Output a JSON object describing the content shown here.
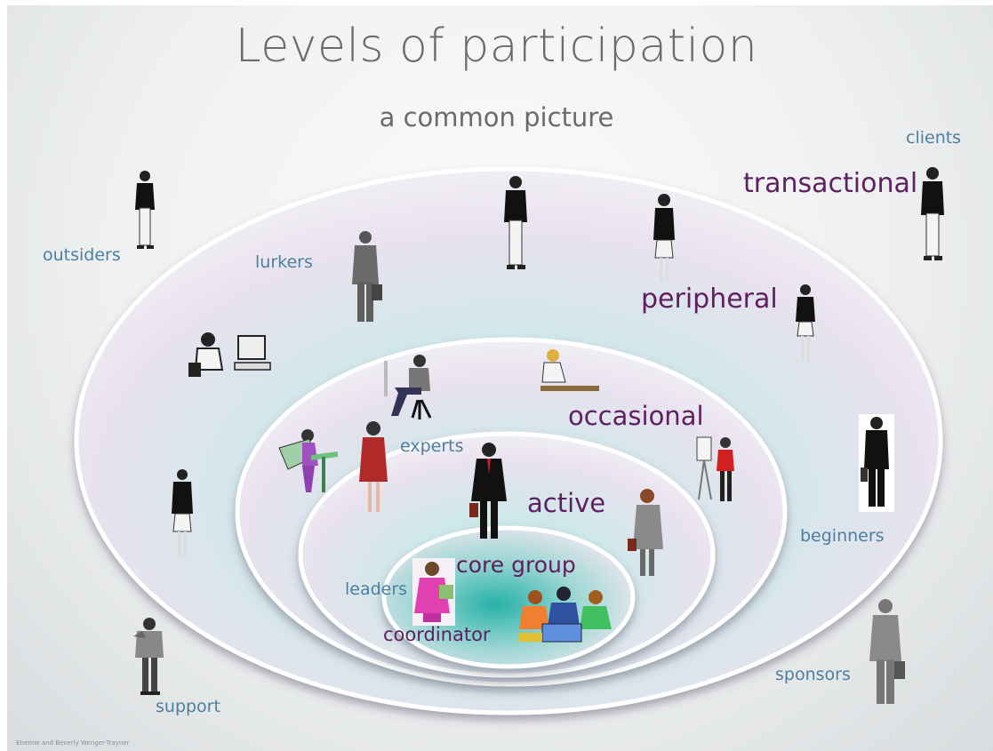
{
  "slide": {
    "title": "Levels of participation",
    "subtitle": "a common picture",
    "credit": "Etienne and Beverly Wenger-Trayner"
  },
  "levels": {
    "transactional": "transactional",
    "peripheral": "peripheral",
    "occasional": "occasional",
    "active": "active",
    "core_group": "core group"
  },
  "roles": {
    "clients": "clients",
    "outsiders": "outsiders",
    "lurkers": "lurkers",
    "experts": "experts",
    "leaders": "leaders",
    "coordinator": "coordinator",
    "beginners": "beginners",
    "sponsors": "sponsors",
    "support": "support"
  },
  "colors": {
    "level_text": "#5e2060",
    "role_text": "#4d7fa0",
    "title_text": "#6b6b6b",
    "ring_fill": "#ece4ee",
    "core_glow": "#3fb8b0"
  }
}
